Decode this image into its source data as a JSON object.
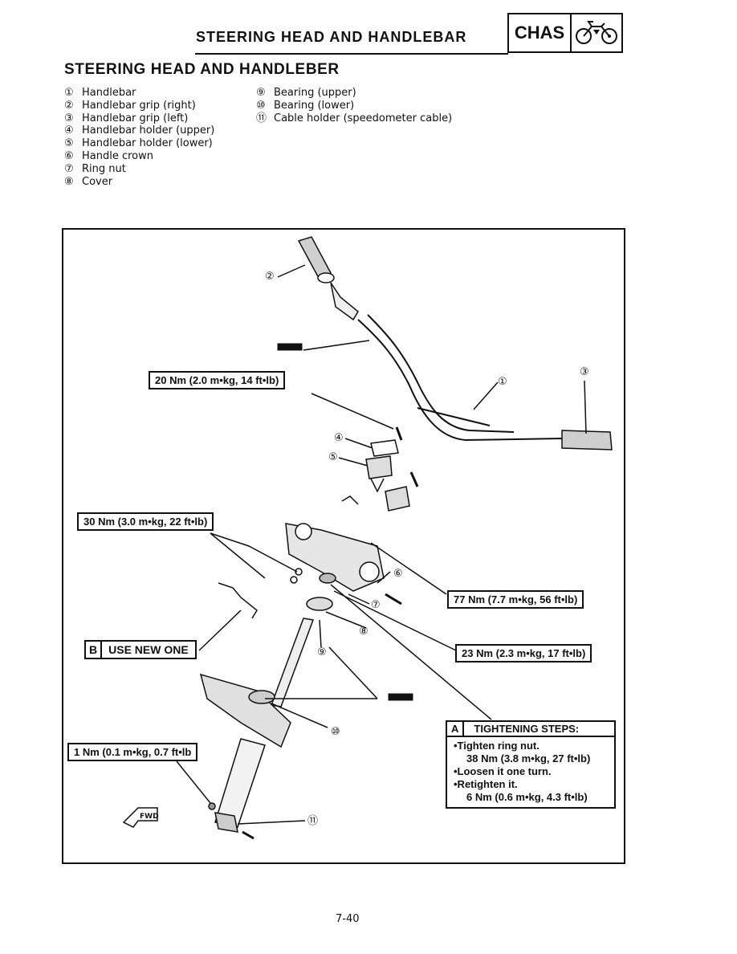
{
  "header": {
    "title": "STEERING HEAD AND HANDLEBAR",
    "section_badge": "CHAS",
    "section_icon": "motorcycle-icon"
  },
  "section_title": "STEERING HEAD AND HANDLEBER",
  "parts_left": [
    {
      "num": "①",
      "label": "Handlebar"
    },
    {
      "num": "②",
      "label": "Handlebar grip (right)"
    },
    {
      "num": "③",
      "label": "Handlebar grip (left)"
    },
    {
      "num": "④",
      "label": "Handlebar holder (upper)"
    },
    {
      "num": "⑤",
      "label": "Handlebar holder (lower)"
    },
    {
      "num": "⑥",
      "label": "Handle crown"
    },
    {
      "num": "⑦",
      "label": "Ring nut"
    },
    {
      "num": "⑧",
      "label": "Cover"
    }
  ],
  "parts_right": [
    {
      "num": "⑨",
      "label": "Bearing (upper)"
    },
    {
      "num": "⑩",
      "label": "Bearing (lower)"
    },
    {
      "num": "⑪",
      "label": "Cable holder (speedometer cable)"
    }
  ],
  "torques": {
    "t20": "20 Nm (2.0 m•kg, 14 ft•lb)",
    "t30": "30 Nm (3.0 m•kg, 22 ft•lb)",
    "t77": "77 Nm (7.7 m•kg, 56 ft•lb)",
    "t23": "23 Nm (2.3 m•kg, 17 ft•lb)",
    "t1": "1 Nm (0.1 m•kg, 0.7 ft•lb"
  },
  "use_new": {
    "tag": "B",
    "text": "USE NEW ONE"
  },
  "tightening": {
    "tag": "A",
    "title": "TIGHTENING STEPS:",
    "lines": [
      "•Tighten ring nut.",
      "38 Nm (3.8 m•kg, 27 ft•lb)",
      "•Loosen it one turn.",
      "•Retighten it.",
      "6 Nm (0.6 m•kg, 4.3 ft•lb)"
    ]
  },
  "callouts": {
    "c1": "①",
    "c2": "②",
    "c3": "③",
    "c4": "④",
    "c5": "⑤",
    "c6": "⑥",
    "c7": "⑦",
    "c8": "⑧",
    "c9": "⑨",
    "c10": "⑩",
    "c11": "⑪"
  },
  "fwd_label": "FWD",
  "page_number": "7-40"
}
